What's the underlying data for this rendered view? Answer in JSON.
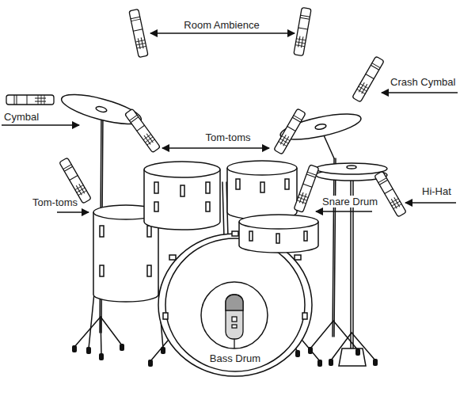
{
  "diagram": {
    "labels": [
      "Room Ambience",
      "Crash Cymbal",
      "Cymbal",
      "Tom-toms",
      "Tom-toms",
      "Hi-Hat",
      "Snare Drum",
      "Bass Drum"
    ]
  }
}
